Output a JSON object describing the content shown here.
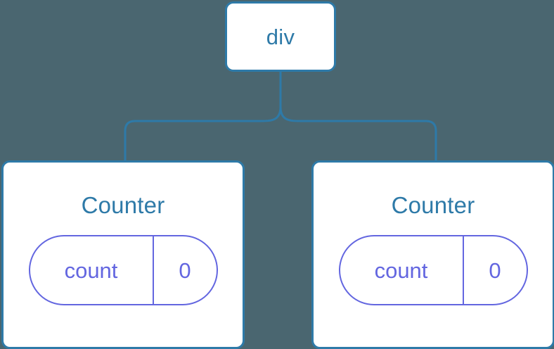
{
  "diagram": {
    "type": "component-tree",
    "background_color": "#4a6670",
    "node_border_color": "#2e7aa8",
    "node_fill_color": "#ffffff",
    "node_text_color": "#2e7aa8",
    "state_color": "#6366e0",
    "connector_color": "#2e7aa8",
    "root": {
      "label": "div"
    },
    "children": [
      {
        "title": "Counter",
        "state": {
          "key": "count",
          "value": "0"
        }
      },
      {
        "title": "Counter",
        "state": {
          "key": "count",
          "value": "0"
        }
      }
    ]
  }
}
